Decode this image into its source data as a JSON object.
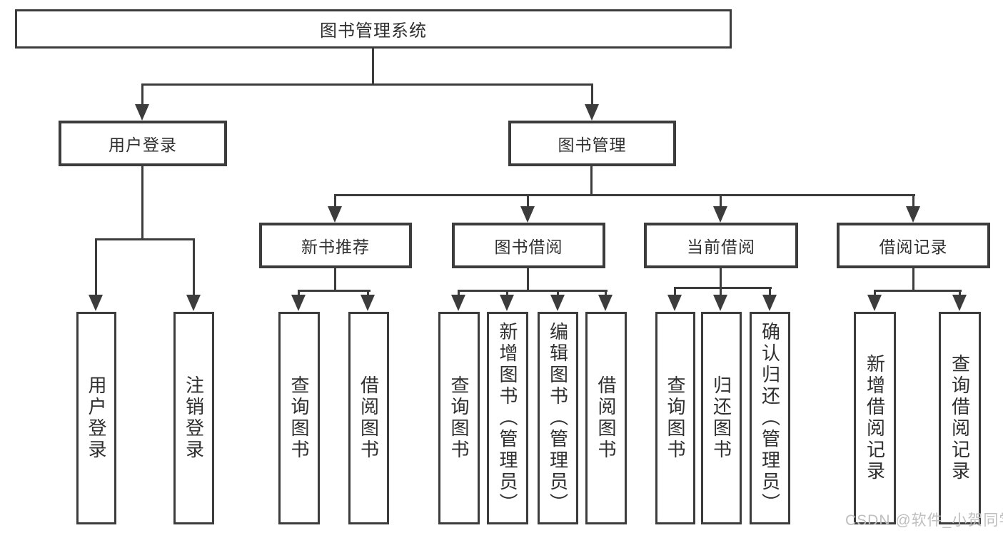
{
  "diagram": {
    "type": "hierarchy-tree",
    "title": "图书管理系统"
  },
  "nodes": {
    "root": {
      "label": "图书管理系统"
    },
    "level2": [
      {
        "label": "用户登录",
        "parent": "图书管理系统"
      },
      {
        "label": "图书管理",
        "parent": "图书管理系统"
      }
    ],
    "level3": [
      {
        "label": "新书推荐",
        "parent": "图书管理"
      },
      {
        "label": "图书借阅",
        "parent": "图书管理"
      },
      {
        "label": "当前借阅",
        "parent": "图书管理"
      },
      {
        "label": "借阅记录",
        "parent": "图书管理"
      }
    ],
    "leaves": [
      {
        "label": "用户登录",
        "parent": "用户登录"
      },
      {
        "label": "注销登录",
        "parent": "用户登录"
      },
      {
        "label": "查询图书",
        "parent": "新书推荐"
      },
      {
        "label": "借阅图书",
        "parent": "新书推荐"
      },
      {
        "label": "查询图书",
        "parent": "图书借阅"
      },
      {
        "label": "新增图书（管理员）",
        "parent": "图书借阅"
      },
      {
        "label": "编辑图书（管理员）",
        "parent": "图书借阅"
      },
      {
        "label": "借阅图书",
        "parent": "图书借阅"
      },
      {
        "label": "查询图书",
        "parent": "当前借阅"
      },
      {
        "label": "归还图书",
        "parent": "当前借阅"
      },
      {
        "label": "确认归还（管理员）",
        "parent": "当前借阅"
      },
      {
        "label": "新增借阅记录",
        "parent": "借阅记录"
      },
      {
        "label": "查询借阅记录",
        "parent": "借阅记录"
      }
    ]
  },
  "watermark": {
    "text": "CSDN @软件_小贺同学",
    "color": "#bfbfbf"
  },
  "colors": {
    "line": "#3c3c3c",
    "text": "#2f2f2f",
    "background": "#ffffff"
  }
}
